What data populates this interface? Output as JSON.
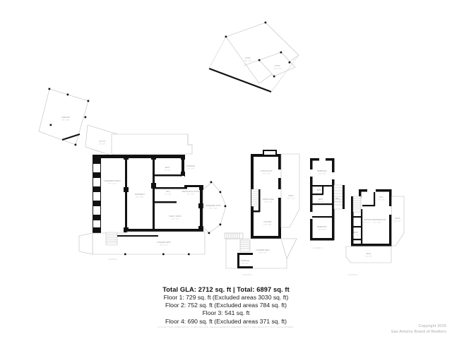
{
  "document": {
    "type": "real-estate-floor-plan",
    "background_color": "#ffffff",
    "wall_color": "#111111",
    "thin_line_color": "#b9b9b9",
    "label_color": "#9a9a9a"
  },
  "summary": {
    "total_line": "Total GLA: 2712 sq. ft  |  Total: 6897 sq. ft",
    "floor_lines": [
      "Floor 1: 729 sq. ft (Excluded areas 3030 sq. ft)",
      "Floor 2: 752 sq. ft (Excluded areas 784 sq. ft)",
      "Floor 3: 541 sq. ft",
      "Floor 4: 690 sq. ft (Excluded areas 371 sq. ft)"
    ]
  },
  "disclaimer": "FLOOR PLAN CREATED BY CUBICASA APP. MEASUREMENTS DEEMED HIGHLY RELIABLE BUT NOT GUARANTEED.",
  "copyright": {
    "line1": "Copyright 2025",
    "line2": "San Antonio Board of Realtors"
  },
  "floors": [
    {
      "caption": "FLOOR 1",
      "rooms": [
        {
          "name": "CARPORT",
          "dim": "23'1\" x 20'8\""
        },
        {
          "name": "PATIO",
          "dim": "11'8\" x 10'9\""
        },
        {
          "name": "PATIO",
          "dim": "16'2\" x 7'9\""
        },
        {
          "name": "SCREENED PORCH",
          "dim": "32'1\" x 16'0\""
        },
        {
          "name": "BASEMENT",
          "dim": "34'1\" x 18'2\""
        },
        {
          "name": "BATH",
          "dim": "7'2\" x 6'2\""
        },
        {
          "name": "STORAGE",
          "dim": "10'1\" x 9'2\""
        },
        {
          "name": "HALL",
          "dim": "9'0\" x 6'8\""
        },
        {
          "name": "MECHANICAL ROOM",
          "dim": "10'1\" x 8'2\""
        },
        {
          "name": "FAMILY ROOM",
          "dim": "17'0\" x 14'2\""
        },
        {
          "name": "COVERED PATIO",
          "dim": "28'1\" x 11'8\""
        },
        {
          "name": "SCREENED PATIO",
          "dim": "18'1\" x 16'0\""
        },
        {
          "name": "UTILITY",
          "dim": "8'0\" x 6'9\""
        }
      ]
    },
    {
      "caption": "FLOOR 2",
      "rooms": [
        {
          "name": "LIVING ROOM",
          "dim": "19'8\" x 14'2\""
        },
        {
          "name": "DINING AREA",
          "dim": "13'6\" x 12'8\""
        },
        {
          "name": "KITCHEN",
          "dim": "13'8\" x 10'2\""
        },
        {
          "name": "DECK",
          "dim": "31'1\" x 10'1\""
        },
        {
          "name": "COVERED DECK",
          "dim": "28'6\" x 11'2\""
        },
        {
          "name": "STORAGE",
          "dim": "8'8\" x 6'2\""
        }
      ]
    },
    {
      "caption": "FLOOR 3",
      "rooms": [
        {
          "name": "BEDROOM",
          "dim": "13'8\" x 12'0\""
        },
        {
          "name": "BATH",
          "dim": "8'1\" x 6'8\""
        },
        {
          "name": "BATH",
          "dim": "8'2\" x 6'0\""
        },
        {
          "name": "HALL",
          "dim": "16'1\" x 3'8\""
        },
        {
          "name": "BEDROOM",
          "dim": "13'2\" x 11'8\""
        }
      ]
    },
    {
      "caption": "FLOOR 4",
      "rooms": [
        {
          "name": "HALL",
          "dim": "9'2\" x 7'0\""
        },
        {
          "name": "BATH",
          "dim": "8'8\" x 6'1\""
        },
        {
          "name": "BATH",
          "dim": "8'1\" x 6'2\""
        },
        {
          "name": "MASTER BEDROOM",
          "dim": "19'2\" x 16'8\""
        },
        {
          "name": "DECK",
          "dim": "16'1\" x 8'2\""
        },
        {
          "name": "DECK",
          "dim": "22'2\" x 6'1\""
        }
      ]
    }
  ]
}
